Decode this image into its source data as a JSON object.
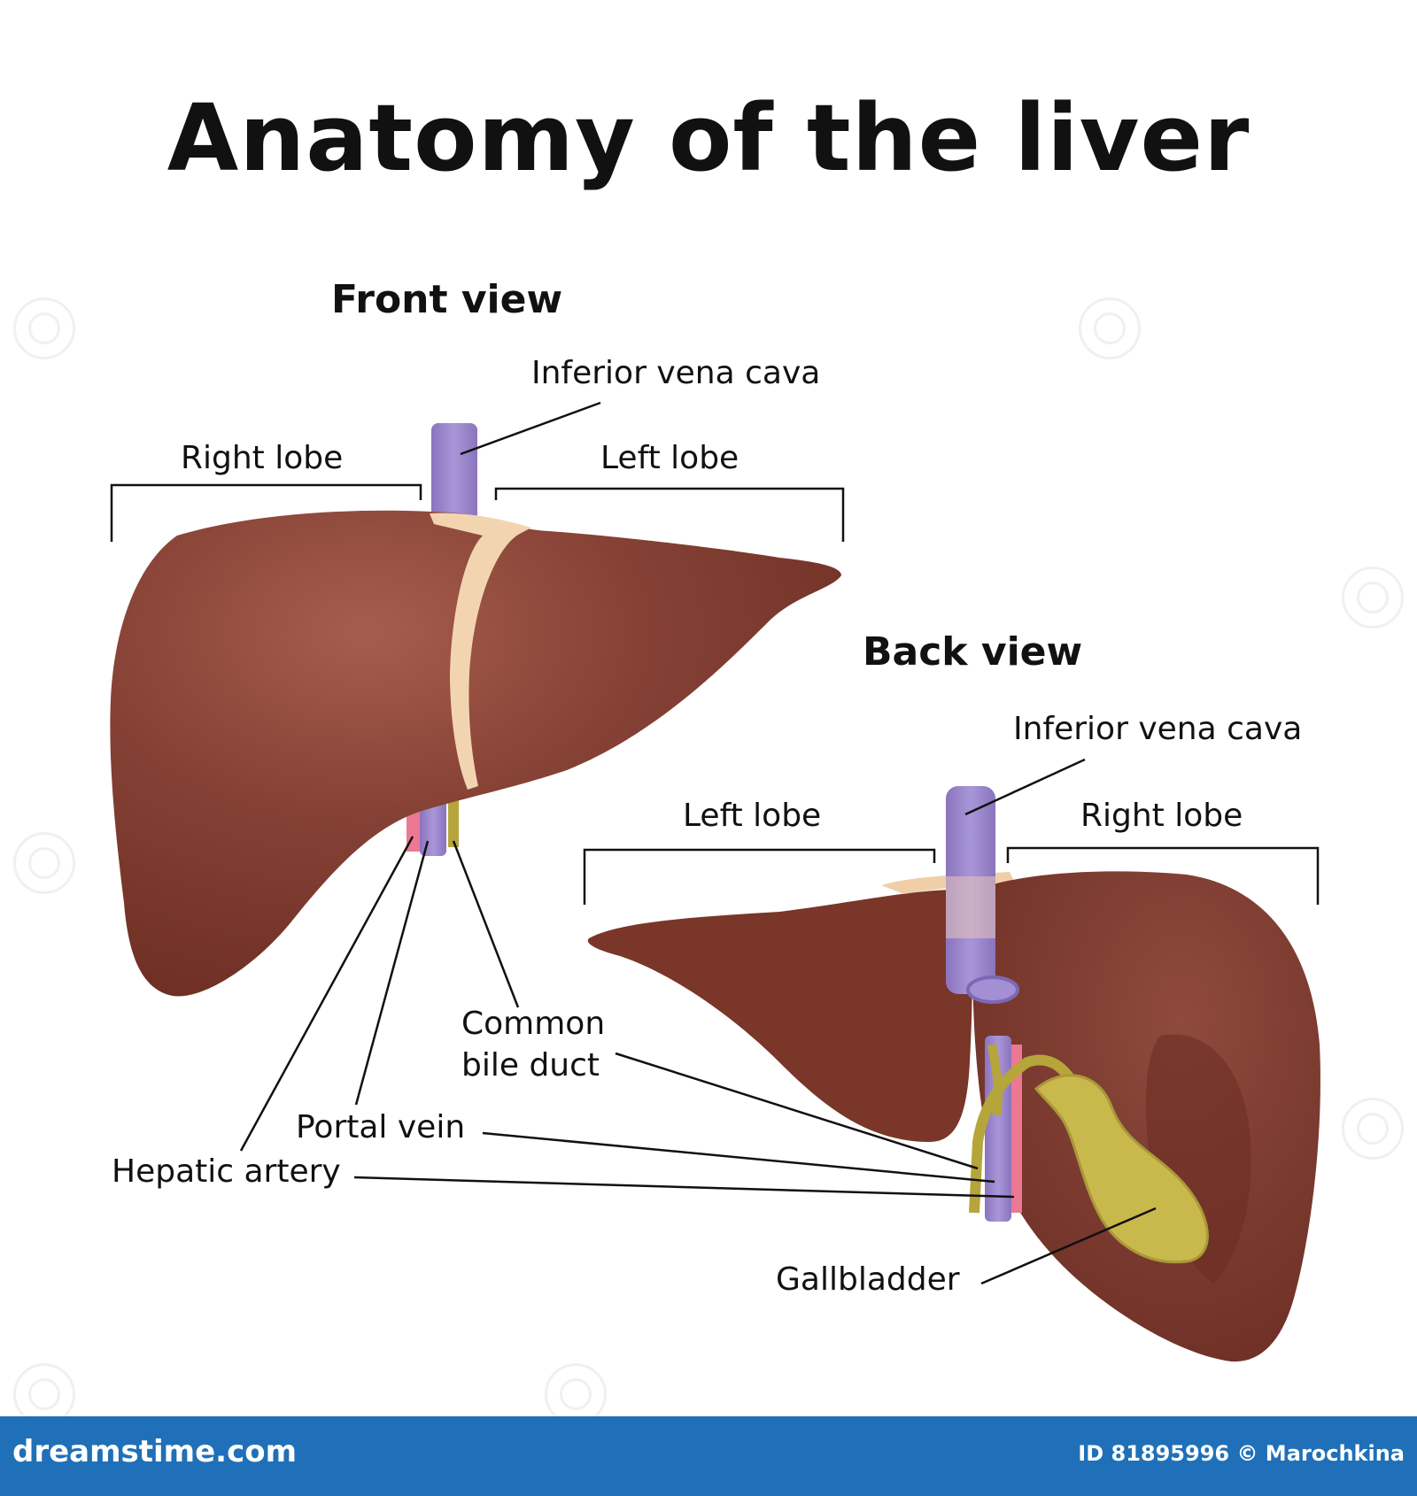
{
  "title": "Anatomy of the liver",
  "front_view": {
    "heading": "Front view",
    "labels": {
      "inferior_vena_cava": "Inferior vena cava",
      "right_lobe": "Right lobe",
      "left_lobe": "Left lobe",
      "common_bile_duct_line1": "Common",
      "common_bile_duct_line2": "bile duct",
      "portal_vein": "Portal vein",
      "hepatic_artery": "Hepatic artery"
    }
  },
  "back_view": {
    "heading": "Back view",
    "labels": {
      "inferior_vena_cava": "Inferior vena cava",
      "left_lobe": "Left lobe",
      "right_lobe": "Right lobe",
      "gallbladder": "Gallbladder"
    }
  },
  "footer": {
    "logo": "dreamstime.com",
    "id_credit": "ID 81895996 © Marochkina"
  },
  "colors": {
    "liver": "#7e3a2e",
    "liver_highlight": "#a35a4a",
    "ligament": "#f2d3b0",
    "vena_cava": "#9b86cc",
    "artery": "#e8728a",
    "bile": "#b6a63c",
    "footer": "#1f70b8"
  }
}
